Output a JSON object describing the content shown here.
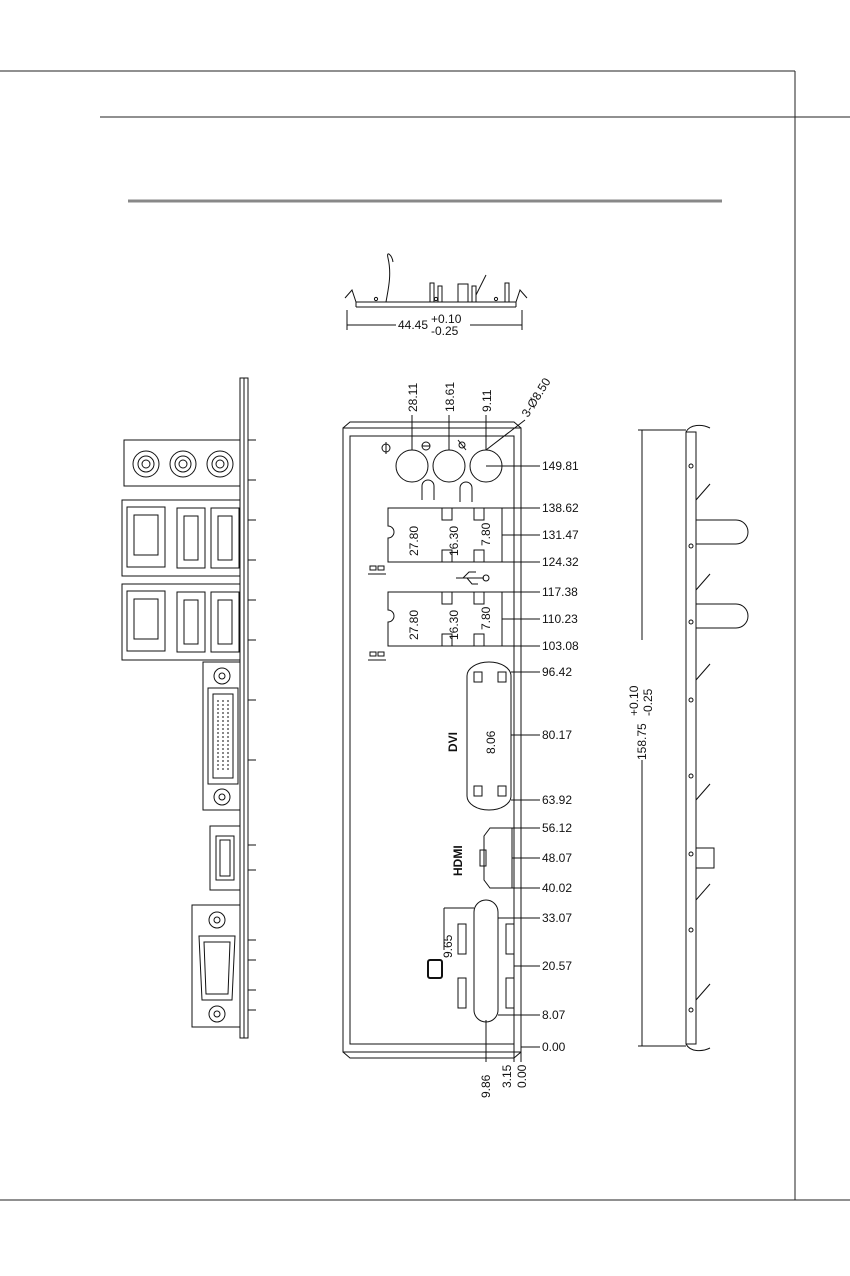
{
  "top_view": {
    "width_dim": "44.45",
    "width_tol_plus": "+0.10",
    "width_tol_minus": "-0.25"
  },
  "front_view": {
    "top_dims": [
      "28.11",
      "18.61",
      "9.11"
    ],
    "hole_callout": "3-Ø8.50",
    "right_dims": [
      "149.81",
      "138.62",
      "131.47",
      "124.32",
      "117.38",
      "110.23",
      "103.08",
      "96.42",
      "80.17",
      "63.92",
      "56.12",
      "48.07",
      "40.02",
      "33.07",
      "20.57",
      "8.07",
      "0.00"
    ],
    "bottom_dims": [
      "9.86",
      "3.15",
      "0.00"
    ],
    "inner_dims": {
      "lan_upper": [
        "27.80",
        "16.30",
        "7.80"
      ],
      "lan_lower": [
        "27.80",
        "16.30",
        "7.80"
      ],
      "dvi": "8.06",
      "serial": "9.65"
    },
    "labels": {
      "dvi": "DVI",
      "hdmi": "HDMI"
    },
    "icons": [
      "audio-jack-icon",
      "usb-icon",
      "lan-icon",
      "serial-port-icon"
    ]
  },
  "side_view": {
    "height_dim": "158.75",
    "height_tol_plus": "+0.10",
    "height_tol_minus": "-0.25"
  }
}
